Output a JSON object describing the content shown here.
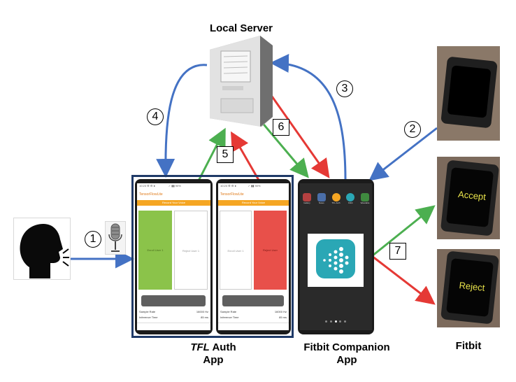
{
  "labels": {
    "local_server": "Local Server",
    "tfl_auth_italic": "TFL",
    "tfl_auth_rest": " Auth",
    "tfl_auth_line2": "App",
    "fitbit_companion_line1": "Fitbit Companion",
    "fitbit_companion_line2": "App",
    "fitbit": "Fitbit"
  },
  "steps": [
    "1",
    "2",
    "3",
    "4",
    "5",
    "6",
    "7"
  ],
  "watch_texts": {
    "accept": "Accept",
    "reject": "Reject"
  },
  "phone1": {
    "app_name": "TensorFlowLite",
    "banner": "Record Your Voice",
    "left_panel": "Enroll User 1",
    "right_panel": "Reject User 1",
    "sample_rate_label": "Sample Rate",
    "sample_rate_value": "16000 Hz",
    "inference_label": "Inference Time",
    "inference_value": "85 ms"
  },
  "phone2": {
    "app_name": "TensorFlowLite",
    "banner": "Record Your Voice",
    "left_panel": "Enroll User 1",
    "right_panel": "Reject User",
    "sample_rate_label": "Sample Rate",
    "sample_rate_value": "16000 Hz",
    "inference_label": "Inference Time",
    "inference_value": "85 ms"
  },
  "phone3": {
    "apps": [
      "Gallery",
      "Notes",
      "TFL Auth",
      "Fitbit",
      "Wearable"
    ]
  },
  "colors": {
    "blue": "#4472c4",
    "green": "#4caf50",
    "red": "#e53935",
    "frame": "#1f3a68",
    "accept_panel": "#8bc34a",
    "reject_panel": "#e8504a",
    "banner": "#f5a623",
    "fitbit_teal": "#2aa7b5"
  }
}
